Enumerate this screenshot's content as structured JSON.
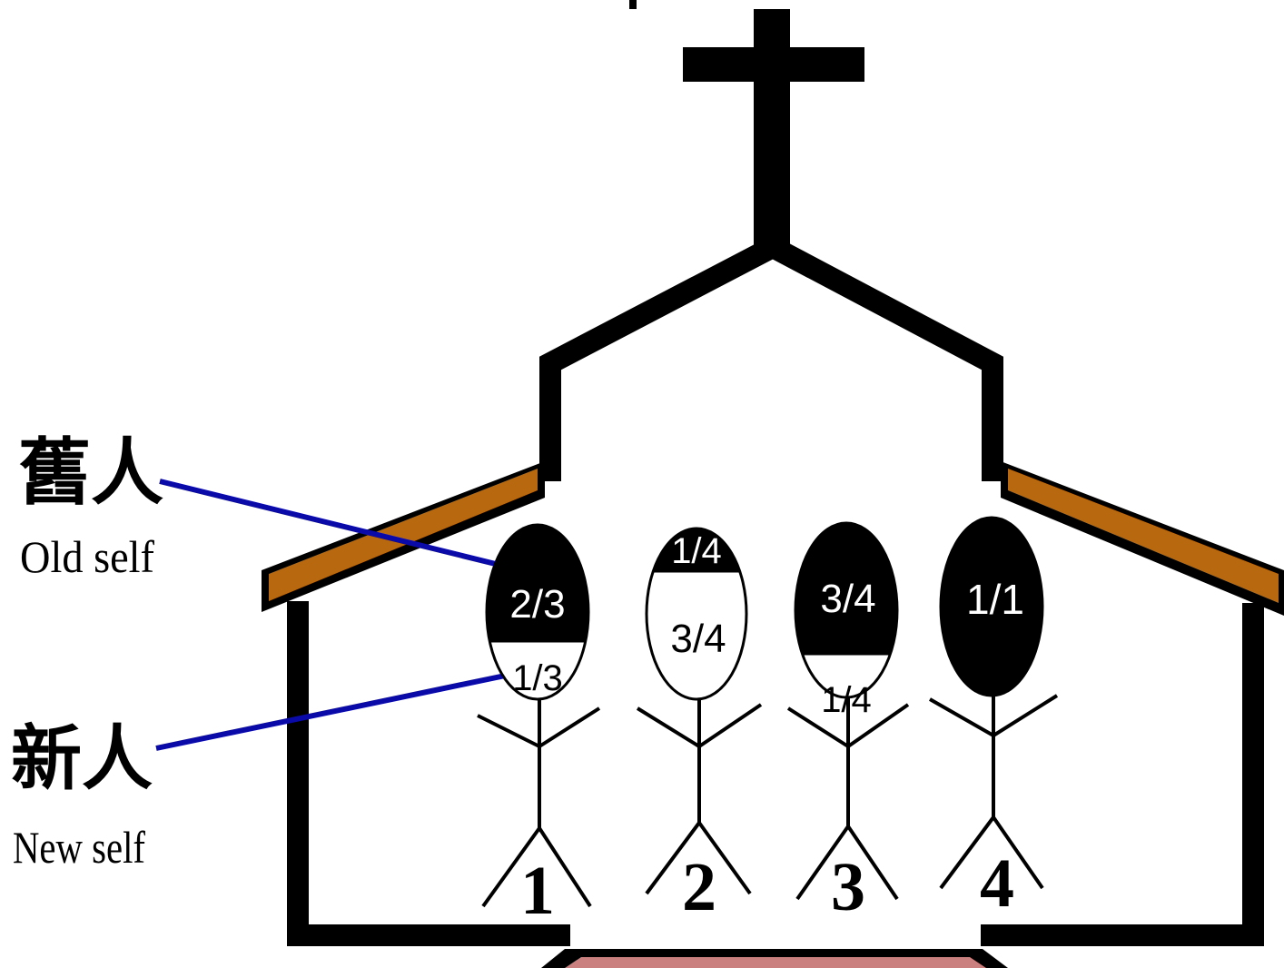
{
  "labels": {
    "old_self_zh": "舊人",
    "old_self_en": "Old self",
    "new_self_zh": "新人",
    "new_self_en": "New self"
  },
  "figures": [
    {
      "number": "1",
      "top_label": "2/3",
      "bottom_label": "1/3",
      "old_fraction": 0.6667
    },
    {
      "number": "2",
      "top_label": "1/4",
      "bottom_label": "3/4",
      "old_fraction": 0.25
    },
    {
      "number": "3",
      "top_label": "3/4",
      "bottom_label": "1/4",
      "old_fraction": 0.75
    },
    {
      "number": "4",
      "top_label": "1/1",
      "bottom_label": "",
      "old_fraction": 1.0
    }
  ],
  "colors": {
    "outline": "#000000",
    "roof_trim": "#b8690f",
    "pointer_line": "#0a0aa8",
    "door_step": "#c9807e",
    "old_self_fill": "#000000",
    "new_self_fill": "#ffffff"
  },
  "icons": {
    "cross": "cross-icon",
    "church": "church-building"
  }
}
